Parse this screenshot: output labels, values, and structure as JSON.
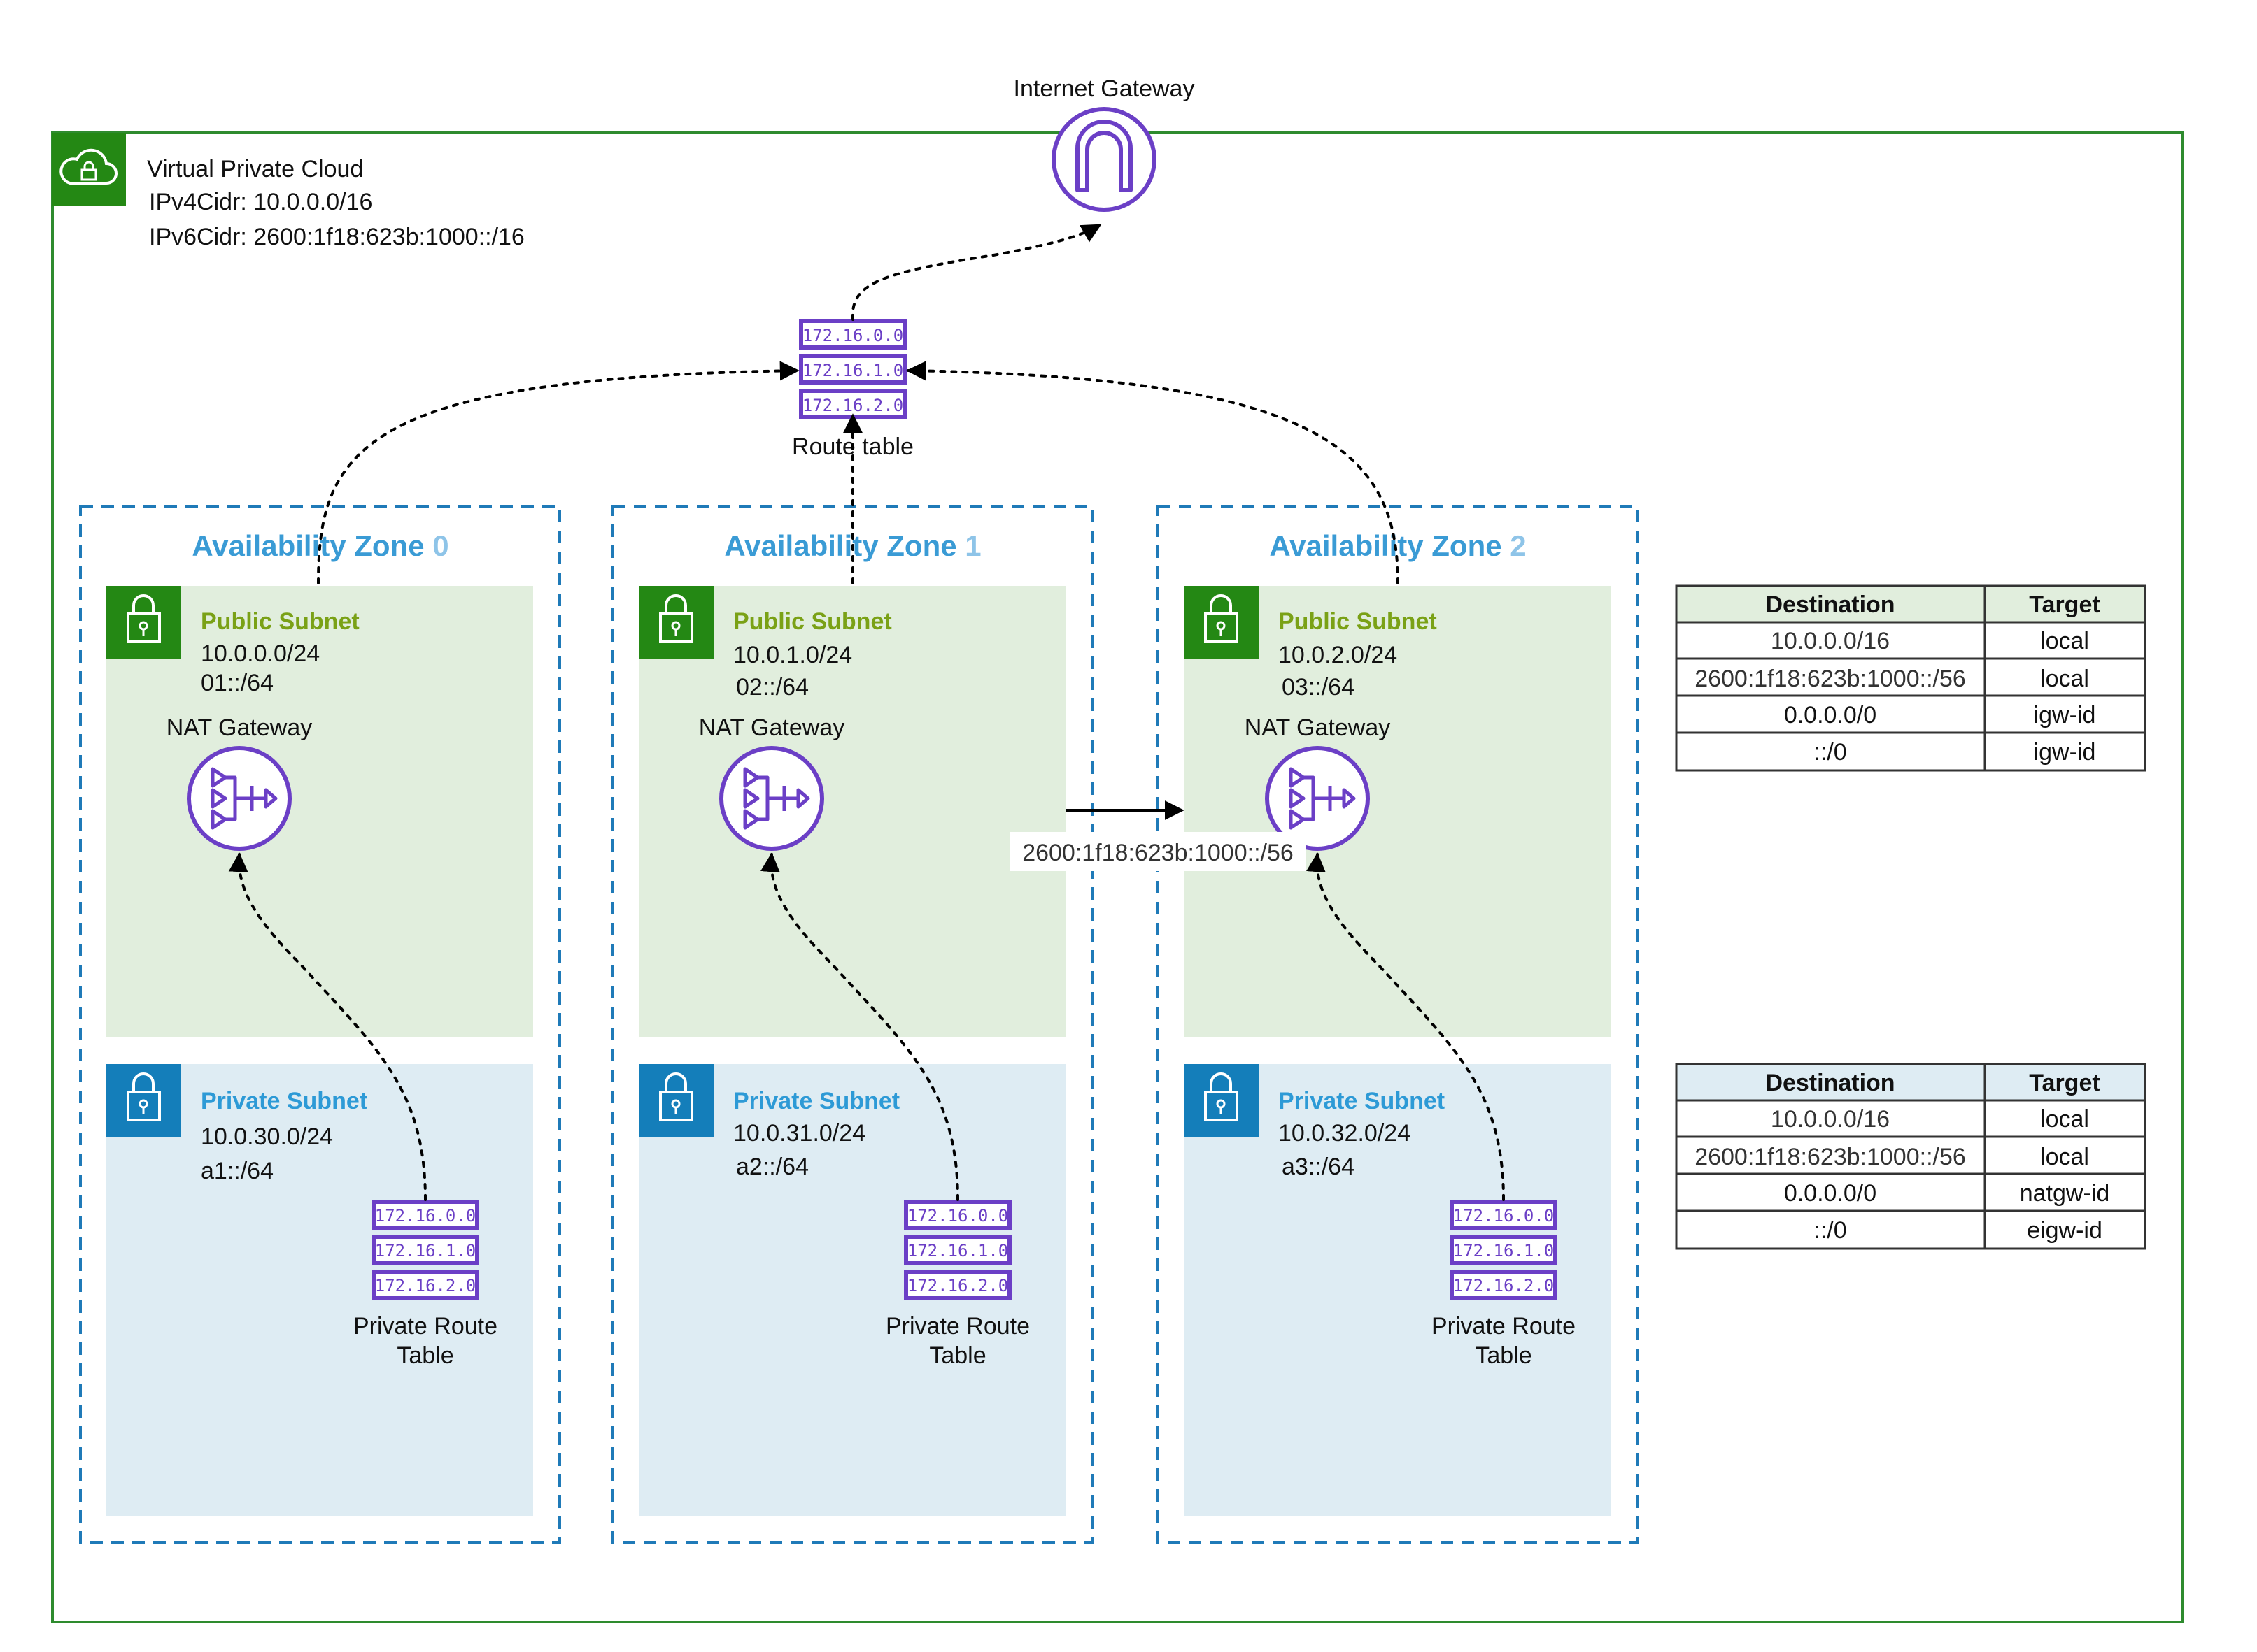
{
  "internet_gateway": {
    "label": "Internet Gateway"
  },
  "vpc": {
    "title": "Virtual Private Cloud",
    "ipv4": "IPv4Cidr: 10.0.0.0/16",
    "ipv6": "IPv6Cidr: 2600:1f18:623b:1000::/16"
  },
  "route_table": {
    "label": "Route table",
    "entries": [
      "172.16.0.0",
      "172.16.1.0",
      "172.16.2.0"
    ]
  },
  "zones": [
    {
      "title": "Availability Zone ",
      "number": "0",
      "public": {
        "label": "Public Subnet",
        "cidr": "10.0.0.0/24",
        "ipv6": "01::/64"
      },
      "nat_label": "NAT Gateway",
      "private": {
        "label": "Private Subnet",
        "cidr": "10.0.30.0/24",
        "ipv6": "a1::/64"
      },
      "private_route": {
        "line1": "Private Route",
        "line2": "Table",
        "entries": [
          "172.16.0.0",
          "172.16.1.0",
          "172.16.2.0"
        ]
      }
    },
    {
      "title": "Availability Zone ",
      "number": "1",
      "public": {
        "label": "Public Subnet",
        "cidr": "10.0.1.0/24",
        "ipv6": "02::/64"
      },
      "nat_label": "NAT Gateway",
      "private": {
        "label": "Private Subnet",
        "cidr": "10.0.31.0/24",
        "ipv6": "a2::/64"
      },
      "private_route": {
        "line1": "Private Route",
        "line2": "Table",
        "entries": [
          "172.16.0.0",
          "172.16.1.0",
          "172.16.2.0"
        ]
      }
    },
    {
      "title": "Availability Zone ",
      "number": "2",
      "public": {
        "label": "Public Subnet",
        "cidr": "10.0.2.0/24",
        "ipv6": "03::/64"
      },
      "nat_label": "NAT Gateway",
      "private": {
        "label": "Private Subnet",
        "cidr": "10.0.32.0/24",
        "ipv6": "a3::/64"
      },
      "private_route": {
        "line1": "Private Route",
        "line2": "Table",
        "entries": [
          "172.16.0.0",
          "172.16.1.0",
          "172.16.2.0"
        ]
      }
    }
  ],
  "connector_label": "2600:1f18:623b:1000::/56",
  "public_route_table": {
    "headers": [
      "Destination",
      "Target"
    ],
    "rows": [
      [
        "10.0.0.0/16",
        "local"
      ],
      [
        "2600:1f18:623b:1000::/56",
        "local"
      ],
      [
        "0.0.0.0/0",
        "igw-id"
      ],
      [
        "::/0",
        "igw-id"
      ]
    ]
  },
  "private_route_table": {
    "headers": [
      "Destination",
      "Target"
    ],
    "rows": [
      [
        "10.0.0.0/16",
        "local"
      ],
      [
        "2600:1f18:623b:1000::/56",
        "local"
      ],
      [
        "0.0.0.0/0",
        "natgw-id"
      ],
      [
        "::/0",
        "eigw-id"
      ]
    ]
  },
  "colors": {
    "vpc_border": "#2e8b2e",
    "vpc_icon_bg": "#248814",
    "zone_title": "#3a9bd5",
    "zone_number": "#8ec4e8",
    "public_fill": "#e1eedd",
    "public_label": "#7aa116",
    "private_fill": "#deecf3",
    "private_label": "#2d9ad6",
    "private_icon_bg": "#147eba",
    "purple": "#6b3fc6"
  }
}
